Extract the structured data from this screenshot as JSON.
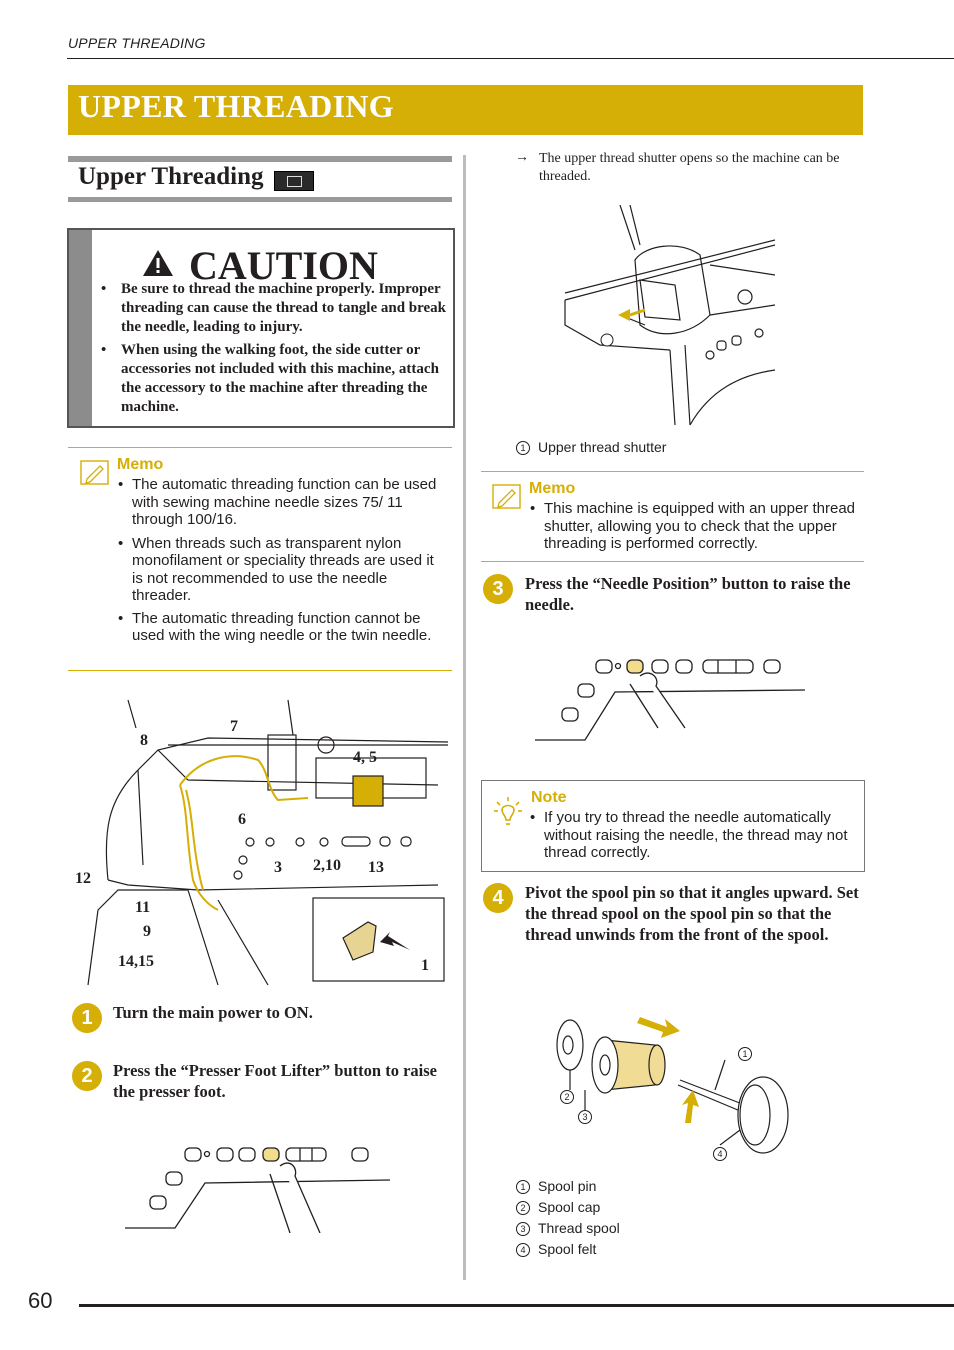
{
  "header": {
    "running_head": "UPPER THREADING"
  },
  "title_bar": {
    "title": "UPPER THREADING"
  },
  "section": {
    "title": "Upper Threading"
  },
  "caution": {
    "title": "CAUTION",
    "items": [
      "Be sure to thread the machine properly. Improper threading can cause the thread to tangle and break the needle, leading to injury.",
      "When using the walking foot, the side cutter or accessories not included with this machine, attach the accessory to the machine after threading the machine."
    ]
  },
  "memo_left": {
    "label": "Memo",
    "items": [
      "The automatic threading function can be used with sewing machine needle sizes 75/ 11 through 100/16.",
      "When threads such as transparent nylon monofilament or speciality threads are used it is not recommended to use the needle threader.",
      "The automatic threading function cannot be used with the wing needle or the twin needle."
    ]
  },
  "diagram_labels": {
    "l7": "7",
    "l8": "8",
    "l45": "4, 5",
    "l6": "6",
    "l3": "3",
    "l210": "2,10",
    "l13": "13",
    "l12": "12",
    "l11": "11",
    "l9": "9",
    "l1415": "14,15",
    "l1": "1"
  },
  "steps": [
    {
      "num": "1",
      "text": "Turn the main power to ON."
    },
    {
      "num": "2",
      "text": "Press the “Presser Foot Lifter” button to raise the presser foot."
    },
    {
      "num": "3",
      "text": "Press the “Needle Position” button to raise the needle."
    },
    {
      "num": "4",
      "text": "Pivot the spool pin so that it angles upward. Set the thread spool on the spool pin so that the thread unwinds from the front of the spool."
    }
  ],
  "result_note": {
    "arrow": "→",
    "text": "The upper thread shutter opens so the machine can be threaded."
  },
  "shutter_caption": {
    "num": "1",
    "text": "Upper thread shutter"
  },
  "memo_right": {
    "label": "Memo",
    "items": [
      "This machine is equipped with an upper thread shutter, allowing you to check that the upper threading is performed correctly."
    ]
  },
  "note": {
    "label": "Note",
    "items": [
      "If you try to thread the needle automatically without raising the needle, the thread may not thread correctly."
    ]
  },
  "spool_captions": [
    {
      "num": "1",
      "text": "Spool pin"
    },
    {
      "num": "2",
      "text": "Spool cap"
    },
    {
      "num": "3",
      "text": "Thread spool"
    },
    {
      "num": "4",
      "text": "Spool felt"
    }
  ],
  "footer": {
    "page_number": "60"
  },
  "colors": {
    "accent": "#d5ae06",
    "text": "#231f20",
    "gray_bar": "#9a9a9a"
  }
}
